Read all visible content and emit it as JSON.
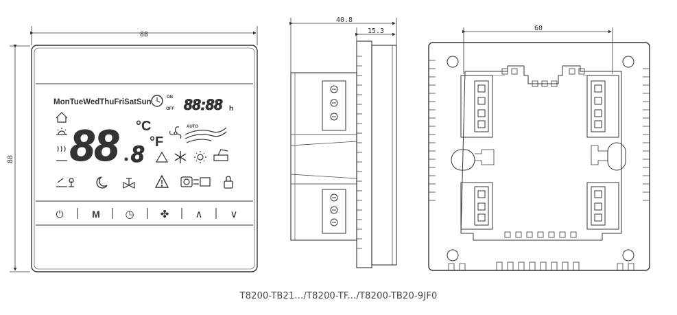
{
  "front_view": {
    "width_dim": "88",
    "height_dim": "88",
    "lcd": {
      "weekdays": "MonTueWedThuFriSatSun",
      "on": "ON",
      "off": "OFF",
      "clock_digits": "88:88",
      "hour_unit": "h",
      "main_digits": "88",
      "decimal_digit": "8",
      "celsius": "°C",
      "fahrenheit": "°F",
      "auto": "AUTO"
    },
    "buttons": [
      {
        "label": "⏻",
        "icon": "power-icon"
      },
      {
        "label": "M",
        "icon": "mode-icon"
      },
      {
        "label": "◷",
        "icon": "clock-icon"
      },
      {
        "label": "✤",
        "icon": "fan-icon"
      },
      {
        "label": "∧",
        "icon": "up-icon"
      },
      {
        "label": "∨",
        "icon": "down-icon"
      }
    ]
  },
  "side_view": {
    "depth_dim": "40.8",
    "plate_dim": "15.3"
  },
  "back_view": {
    "hole_spacing_dim": "60"
  },
  "caption": "T8200-TB21.../T8200-TF.../T8200-TB20-9JF0"
}
